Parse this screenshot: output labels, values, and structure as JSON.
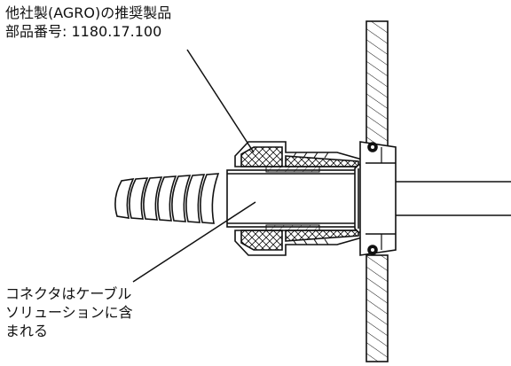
{
  "callouts": {
    "top": {
      "line1": "他社製(AGRO)の推奨製品",
      "line2": "部品番号: 1180.17.100"
    },
    "bottom": {
      "line1": "コネクタはケーブル",
      "line2": "ソリューションに含",
      "line3": "まれる"
    }
  },
  "colors": {
    "stroke": "#111111",
    "hatch": "#111111",
    "background": "#ffffff"
  }
}
